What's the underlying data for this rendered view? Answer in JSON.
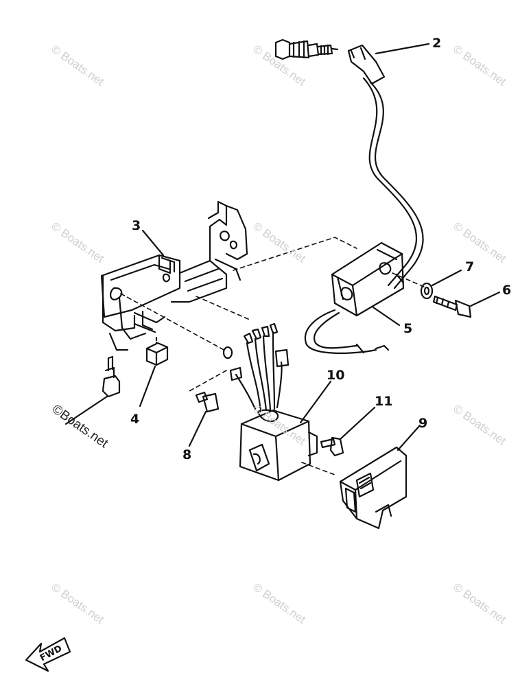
{
  "watermarks": {
    "text": "© Boats.net",
    "bottom_left_label": "©Boats.net"
  },
  "callouts": {
    "c1": "2",
    "c2": "3",
    "c3": "4",
    "c4": "5",
    "c5": "6",
    "c6": "7",
    "c7": "8",
    "c8": "9",
    "c9": "10",
    "c10": "11"
  },
  "direction_arrow": {
    "label": "FWD",
    "icon": "fwd-arrow-icon"
  },
  "colors": {
    "line": "#111111",
    "watermark": "#cfcfcf",
    "background": "#ffffff"
  }
}
